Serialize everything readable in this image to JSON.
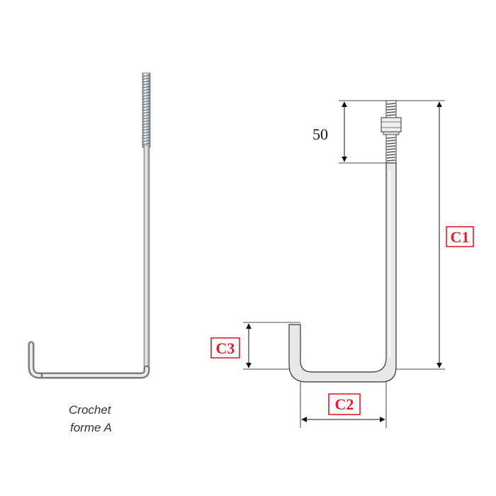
{
  "photo": {
    "caption_line1": "Crochet",
    "caption_line2": "forme A"
  },
  "drawing": {
    "thread_dimension": "50",
    "label_c1": "C1",
    "label_c2": "C2",
    "label_c3": "C3",
    "label_color": "#e11d2a"
  },
  "icons": {
    "photo": "hook-bolt-photo",
    "drawing": "hook-bolt-technical-drawing"
  }
}
